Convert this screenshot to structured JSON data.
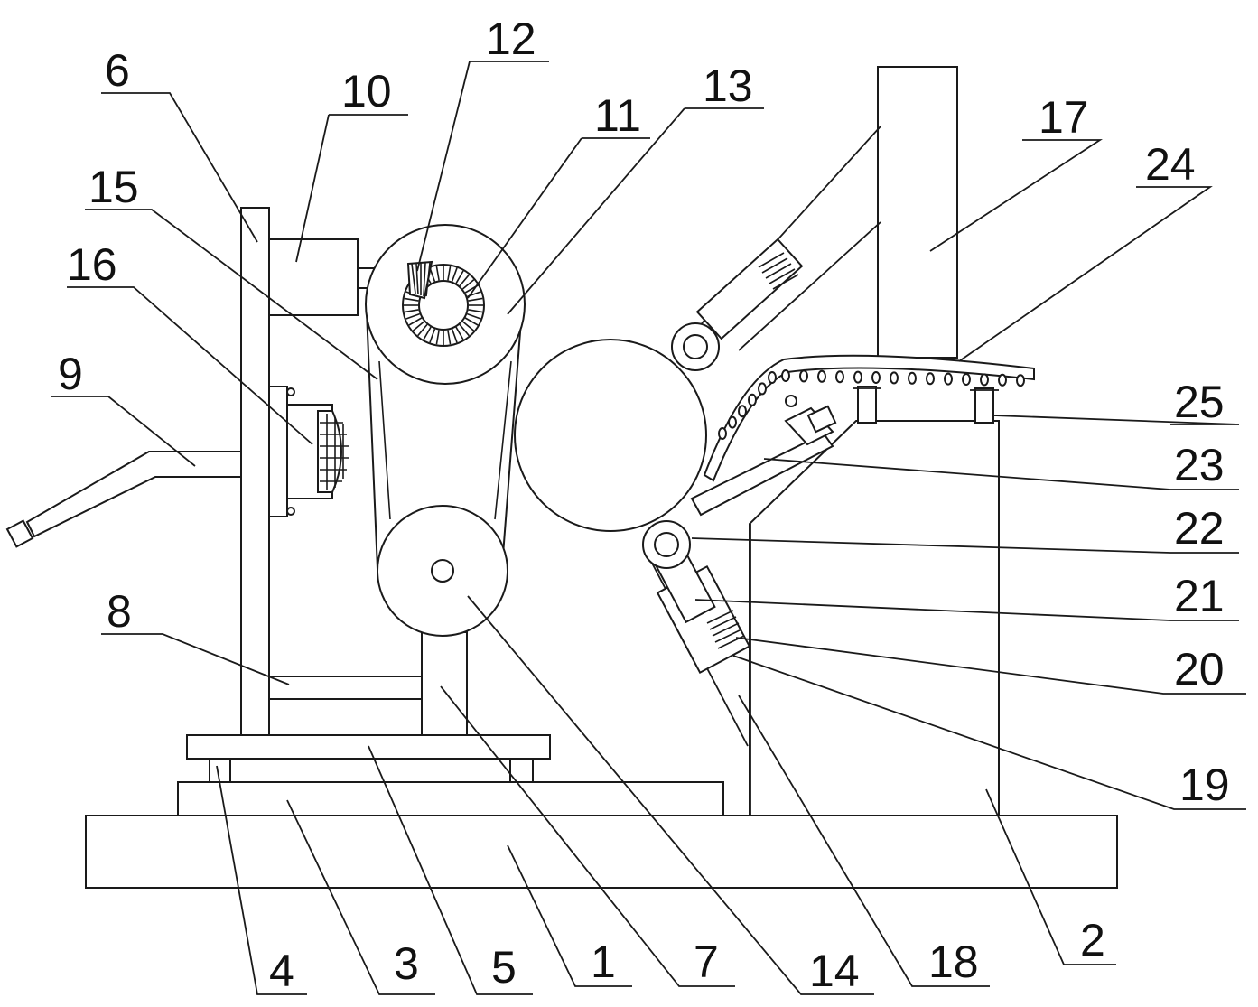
{
  "labels": {
    "n1": "1",
    "n2": "2",
    "n3": "3",
    "n4": "4",
    "n5": "5",
    "n6": "6",
    "n7": "7",
    "n8": "8",
    "n9": "9",
    "n10": "10",
    "n11": "11",
    "n12": "12",
    "n13": "13",
    "n14": "14",
    "n15": "15",
    "n16": "16",
    "n17": "17",
    "n18": "18",
    "n19": "19",
    "n20": "20",
    "n21": "21",
    "n22": "22",
    "n23": "23",
    "n24": "24",
    "n25": "25"
  },
  "colors": {
    "line": "#1a1a1a",
    "background": "#ffffff"
  }
}
